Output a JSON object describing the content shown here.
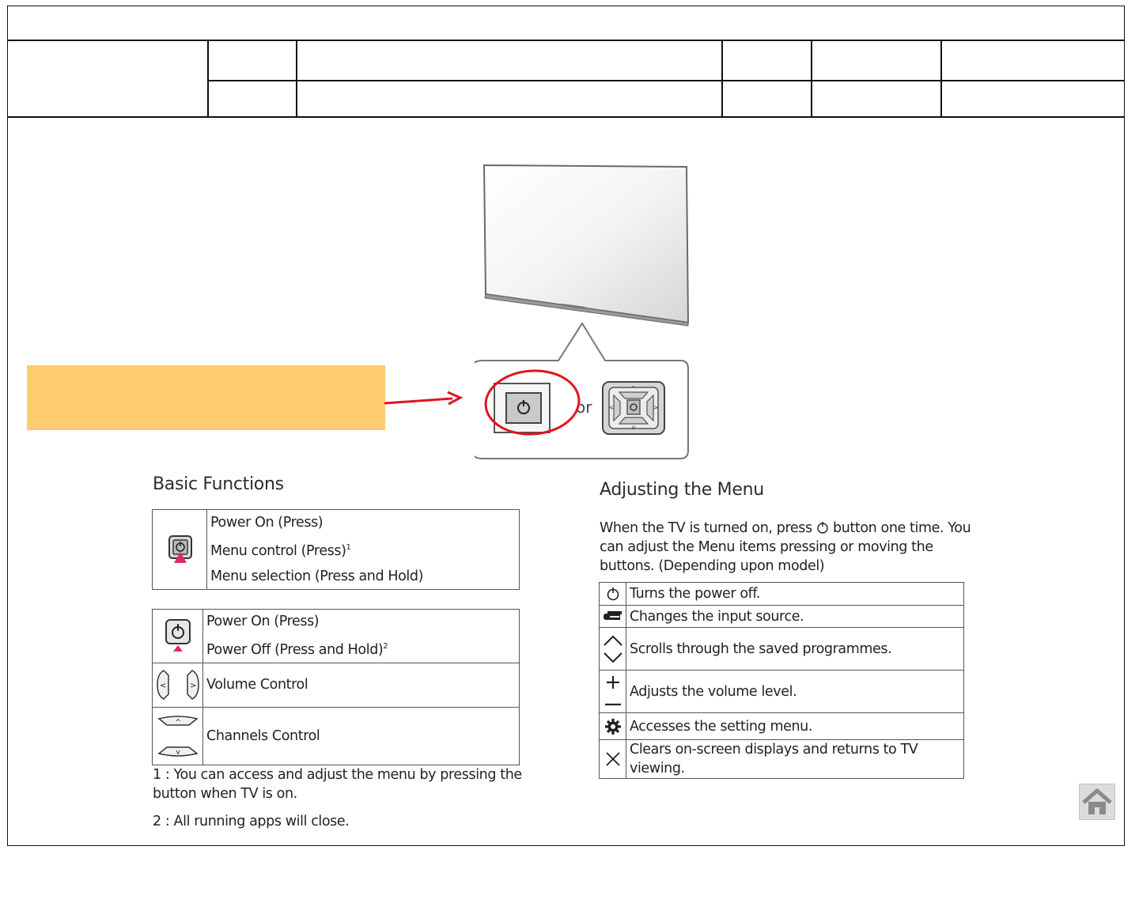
{
  "basic_functions": {
    "title": "Basic Functions",
    "table1": [
      {
        "icon": "joystick-power-icon",
        "lines": [
          "Power On (Press)",
          "Menu control (Press)",
          "Menu selection (Press and Hold)"
        ],
        "sup": "1"
      }
    ],
    "table2": [
      {
        "icon": "power-button-icon",
        "lines": [
          "Power On (Press)",
          "Power Off (Press and Hold)"
        ],
        "sup": "2"
      },
      {
        "icon": "volume-arrows-icon",
        "text": "Volume Control"
      },
      {
        "icon": "channel-arrows-icon",
        "text": "Channels Control"
      }
    ],
    "note1": "1 : You can access and adjust the menu by pressing the button when TV is on.",
    "note2": "2 : All running apps will close."
  },
  "adjusting_menu": {
    "title": "Adjusting the Menu",
    "intro_before": "When the TV is turned on, press",
    "intro_after": "button one time. You can adjust the Menu items pressing or moving the buttons. (Depending upon model)",
    "rows": [
      {
        "icon": "power-icon",
        "text": "Turns the power off."
      },
      {
        "icon": "input-source-icon",
        "text": "Changes the input source."
      },
      {
        "icon": "up-down-chevron-icon",
        "text": "Scrolls through the saved programmes."
      },
      {
        "icon": "plus-minus-icon",
        "text": "Adjusts the volume level."
      },
      {
        "icon": "gear-icon",
        "text": "Accesses the setting menu."
      },
      {
        "icon": "close-icon",
        "text": "Clears on-screen displays and returns to TV viewing."
      }
    ]
  },
  "diagram": {
    "or_label": "or",
    "accent_color": "#e0141e",
    "callout_color": "#ffcc6e"
  }
}
